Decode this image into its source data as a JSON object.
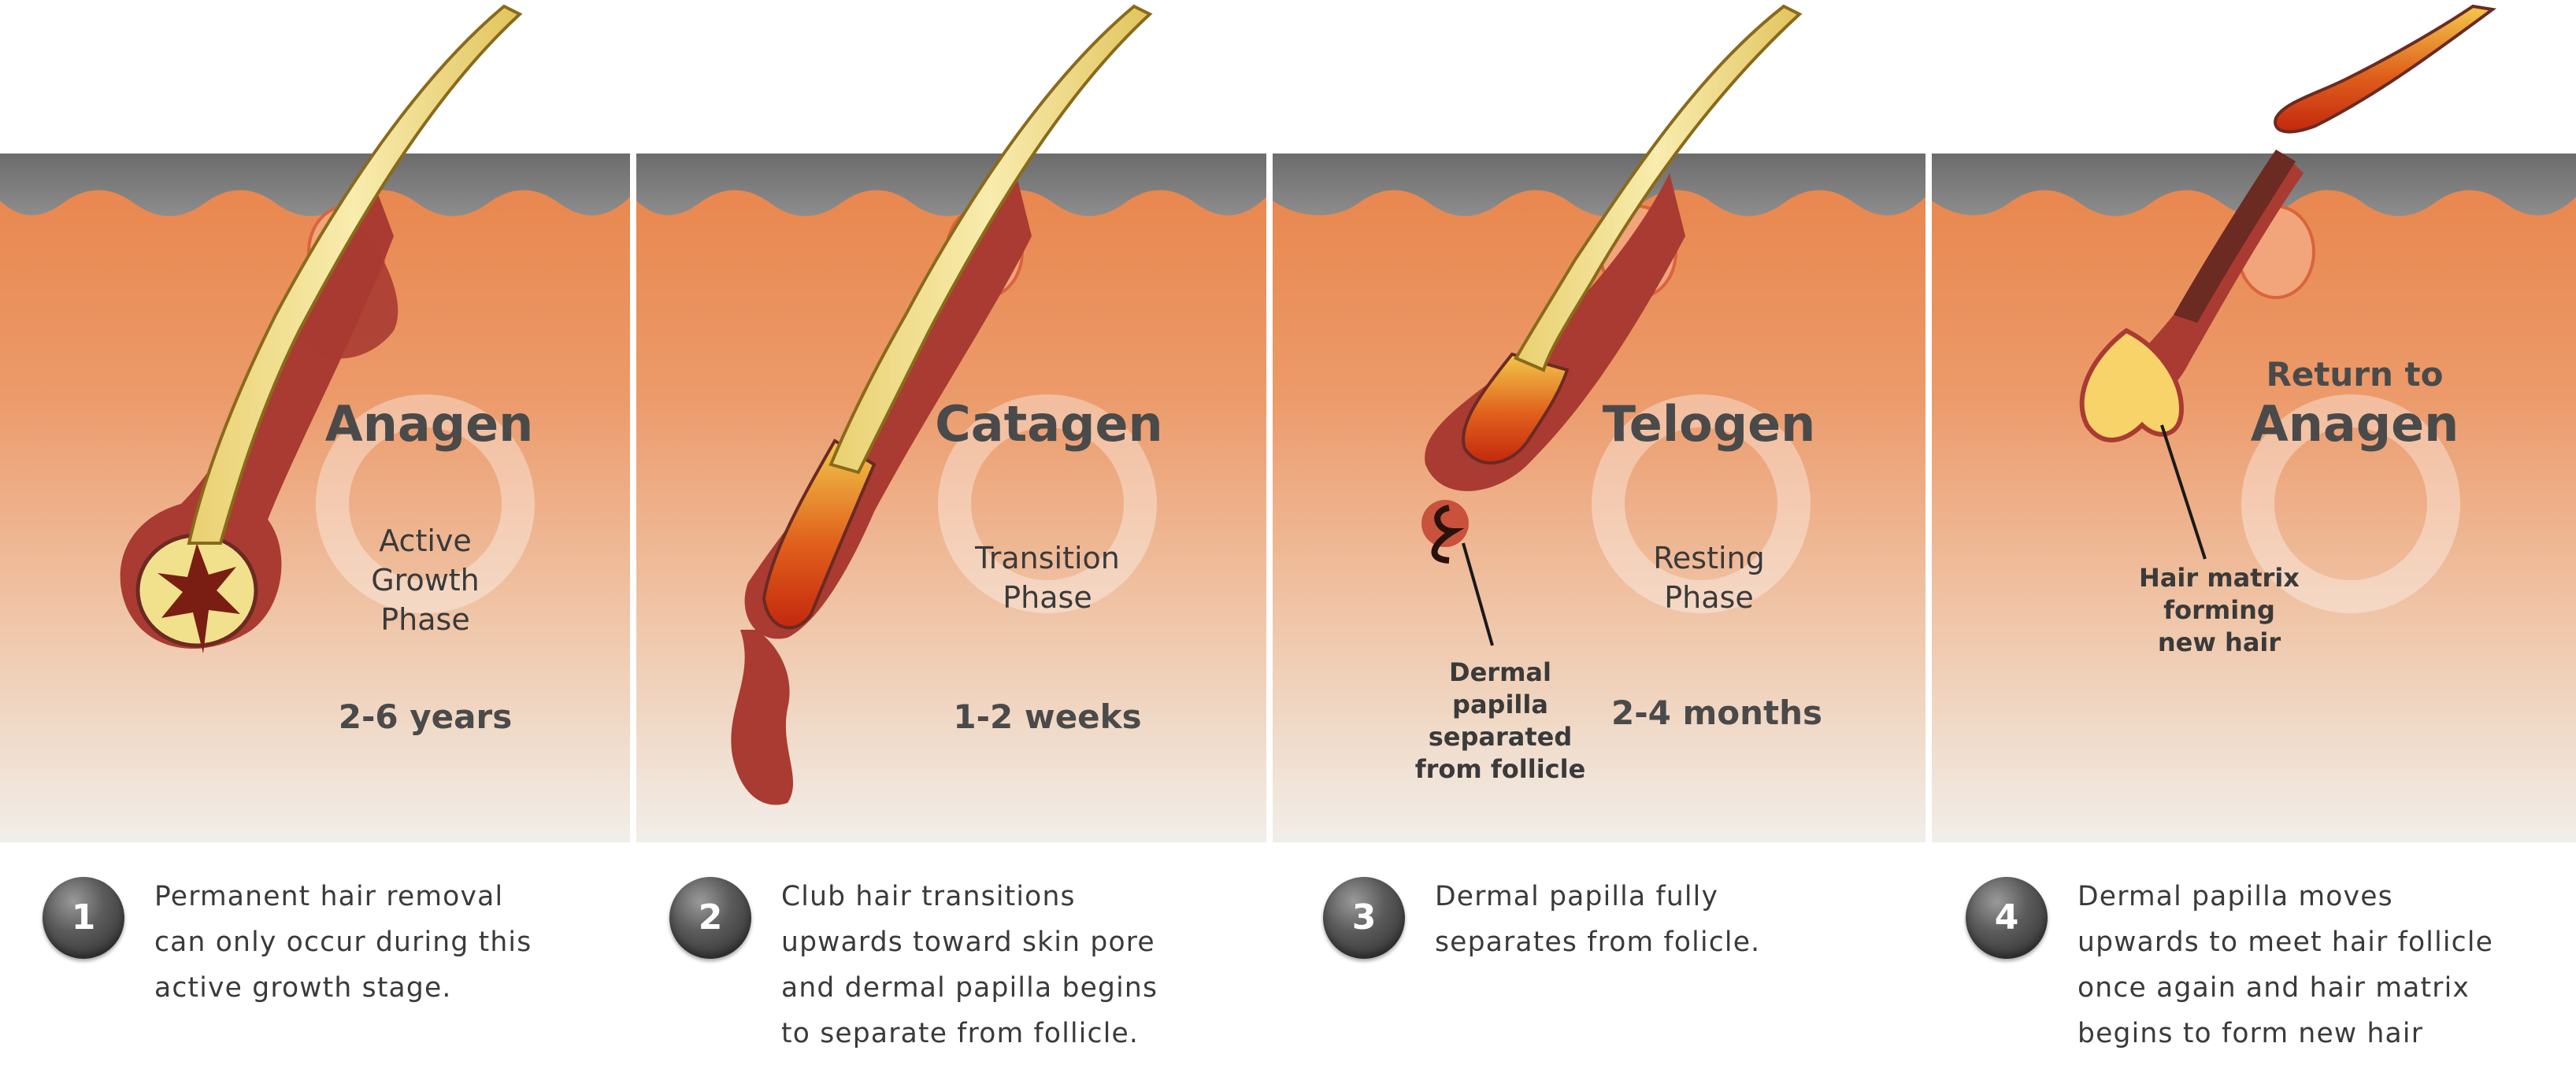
{
  "colors": {
    "skin_surface": "#7d7d7d",
    "dermis_top": "#e8844a",
    "dermis_bottom": "#f1eee9",
    "follicle": "#a93b32",
    "hair_shaft": "#f3e28f",
    "phase_title": "#4a4a4a",
    "body_text": "#3a3a3a"
  },
  "panels": [
    {
      "phase": "Anagen",
      "phase_prefix": "",
      "subtitle_lines": [
        "Active",
        "Growth",
        "Phase"
      ],
      "duration": "2-6 years",
      "annotation_lines": []
    },
    {
      "phase": "Catagen",
      "phase_prefix": "",
      "subtitle_lines": [
        "Transition",
        "Phase"
      ],
      "duration": "1-2 weeks",
      "annotation_lines": []
    },
    {
      "phase": "Telogen",
      "phase_prefix": "",
      "subtitle_lines": [
        "Resting",
        "Phase"
      ],
      "duration": "2-4 months",
      "annotation_lines": [
        "Dermal",
        "papilla",
        "separated",
        "from follicle"
      ]
    },
    {
      "phase": "Anagen",
      "phase_prefix": "Return to",
      "subtitle_lines": [],
      "duration": "",
      "annotation_lines": [
        "Hair matrix",
        "forming",
        "new hair"
      ]
    }
  ],
  "steps": [
    {
      "number": "1",
      "text": "Permanent hair removal\ncan only occur during this\nactive growth stage."
    },
    {
      "number": "2",
      "text": "Club hair transitions\nupwards toward skin pore\nand dermal papilla begins\nto separate from follicle."
    },
    {
      "number": "3",
      "text": "Dermal papilla fully\nseparates from folicle."
    },
    {
      "number": "4",
      "text": "Dermal papilla moves\nupwards to meet hair follicle\nonce again and hair matrix\nbegins to form new hair"
    }
  ]
}
